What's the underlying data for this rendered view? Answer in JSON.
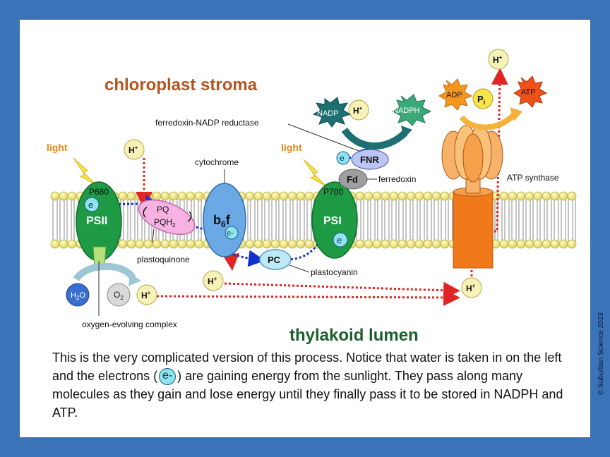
{
  "labels": {
    "stroma": "chloroplast stroma",
    "lumen": "thylakoid lumen",
    "light_left": "light",
    "light_right": "light",
    "p680": "P680",
    "psii": "PSII",
    "pq": "PQ",
    "pqh2": "PQH",
    "pqh2_sub": "2",
    "plastoquinone": "plastoquinone",
    "cytochrome": "cytochrome",
    "b6f_b": "b",
    "b6f_sub": "6",
    "b6f_f": "f",
    "pc": "PC",
    "plastocyanin": "plastocyanin",
    "p700": "P700",
    "psi": "PSI",
    "fd": "Fd",
    "ferredoxin": "ferredoxin",
    "fnr": "FNR",
    "fnr_label": "ferredoxin-NADP reductase",
    "nadp": "NADP",
    "nadph": "NADPH",
    "adp": "ADP",
    "atp": "ATP",
    "pi": "P",
    "pi_sub": "i",
    "atp_synthase": "ATP synthase",
    "h2o": "H",
    "h2o_sub": "2",
    "h2o_o": "O",
    "o2": "O",
    "o2_sub": "2",
    "oec": "oxygen-evolving complex",
    "hplus": "H",
    "hplus_sup": "+",
    "electron": "e",
    "electron_minus": "e-"
  },
  "caption": {
    "part1": "This is the very complicated version of this process.  Notice that water is taken in on the left and the electrons   (",
    "badge": "e-",
    "part2": ") are gaining energy from the sunlight.  They pass along many molecules as they gain and lose energy until they finally pass it to be stored in NADPH and ATP."
  },
  "copyright": "© Suburban Science 2023",
  "colors": {
    "frame": "#3b73b8",
    "stroma_title": "#b6541d",
    "lumen_title": "#1c5e2c",
    "psii": "#1e9a45",
    "cytochrome": "#6aa9e6",
    "pq": "#f7b2e4",
    "pc": "#bde9f6",
    "nadp": "#1d6f72",
    "adp_atp": "#f5961e",
    "electron_path": "#1030d0",
    "proton_path": "#e12424"
  }
}
